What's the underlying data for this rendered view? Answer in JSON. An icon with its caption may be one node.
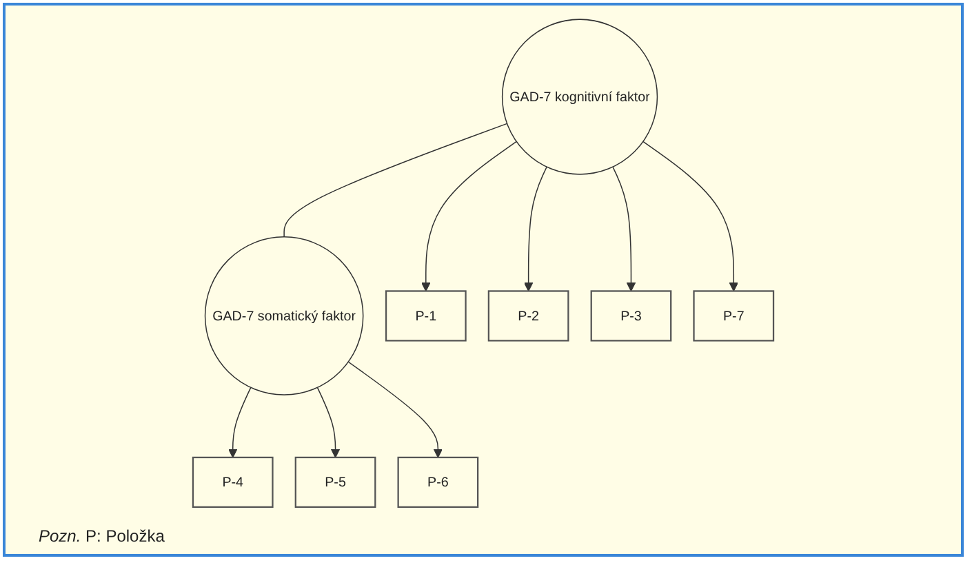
{
  "diagram": {
    "nodes": [
      {
        "text": [
          "GAD-7 kognitivní faktor"
        ]
      },
      {
        "text": [
          "GAD-7 somatický faktor"
        ]
      },
      {
        "text": [
          "P-1"
        ]
      },
      {
        "text": [
          "P-2"
        ]
      },
      {
        "text": [
          "P-3"
        ]
      },
      {
        "text": [
          "P-7"
        ]
      },
      {
        "text": [
          "P-4"
        ]
      },
      {
        "text": [
          "P-5"
        ]
      },
      {
        "text": [
          "P-6"
        ]
      }
    ],
    "edges": [
      {
        "from": 0,
        "to": 1,
        "arrow": "none"
      },
      {
        "from": 0,
        "to": 2,
        "arrow": "to"
      },
      {
        "from": 0,
        "to": 3,
        "arrow": "to"
      },
      {
        "from": 0,
        "to": 4,
        "arrow": "to"
      },
      {
        "from": 0,
        "to": 5,
        "arrow": "to"
      },
      {
        "from": 1,
        "to": 6,
        "arrow": "to"
      },
      {
        "from": 1,
        "to": 7,
        "arrow": "to"
      },
      {
        "from": 1,
        "to": 8,
        "arrow": "to"
      }
    ],
    "labels": [
      "*Pozn.* P: Položka"
    ]
  }
}
